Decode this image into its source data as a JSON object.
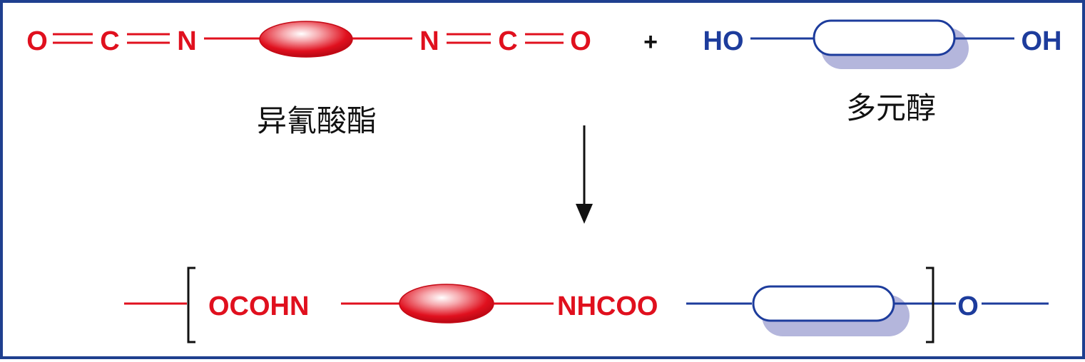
{
  "colors": {
    "isocyanate": "#e0101e",
    "polyol": "#1d3c9c",
    "shadow": "#b4b6dc",
    "frame": "#1f3f8f",
    "text": "#111111"
  },
  "reactant1": {
    "o_left": "O",
    "c_left": "C",
    "n_left": "N",
    "n_right": "N",
    "c_right": "C",
    "o_right": "O",
    "name": "异氰酸酯"
  },
  "plus": "+",
  "reactant2": {
    "ho": "HO",
    "oh": "OH",
    "name": "多元醇"
  },
  "product": {
    "ocohn": "OCOHN",
    "nhcoo": "NHCOO",
    "o": "O"
  }
}
